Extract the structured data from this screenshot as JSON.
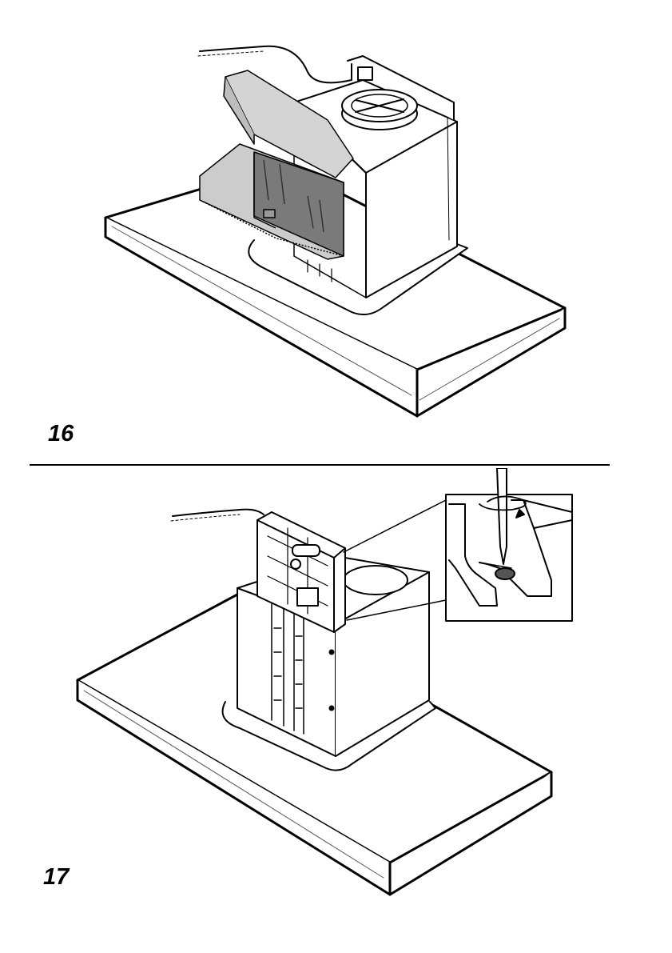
{
  "figures": [
    {
      "number": "16",
      "description_key": "filter-unit-install"
    },
    {
      "number": "17",
      "description_key": "screw-adjust"
    }
  ],
  "colors": {
    "line": "#000000",
    "light_grey": "#cfcfcf",
    "mid_grey": "#a6a6a6",
    "dark_grey": "#707070",
    "white": "#ffffff"
  }
}
